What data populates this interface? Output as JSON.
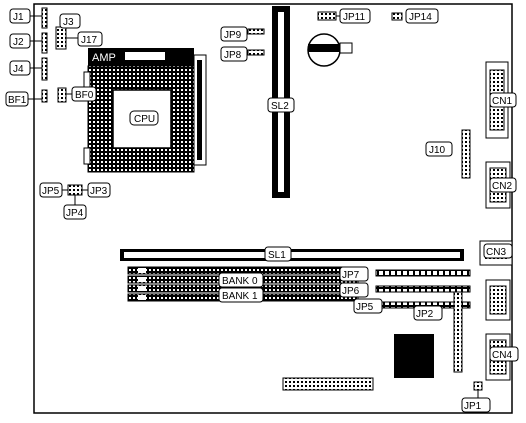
{
  "diagram": {
    "cpu": "CPU",
    "socket_brand": "AMP",
    "slots": {
      "sl1": "SL1",
      "sl2": "SL2"
    },
    "banks": {
      "bank0": "BANK 0",
      "bank1": "BANK 1"
    },
    "connectors": {
      "cn1": "CN1",
      "cn2": "CN2",
      "cn3": "CN3",
      "cn4": "CN4"
    },
    "jumpers": {
      "j1": "J1",
      "j2": "J2",
      "j3": "J3",
      "j4": "J4",
      "jp1": "JP1",
      "jp2": "JP2",
      "jp3": "JP3",
      "jp4": "JP4",
      "jp5": "JP5",
      "jp5b": "JP5",
      "jp6": "JP6",
      "jp7": "JP7",
      "jp8": "JP8",
      "jp9": "JP9",
      "jp10": "J10",
      "jp11": "JP11",
      "jp14": "JP14",
      "jp17": "J17",
      "bf0": "BF0",
      "bf1": "BF1"
    }
  }
}
